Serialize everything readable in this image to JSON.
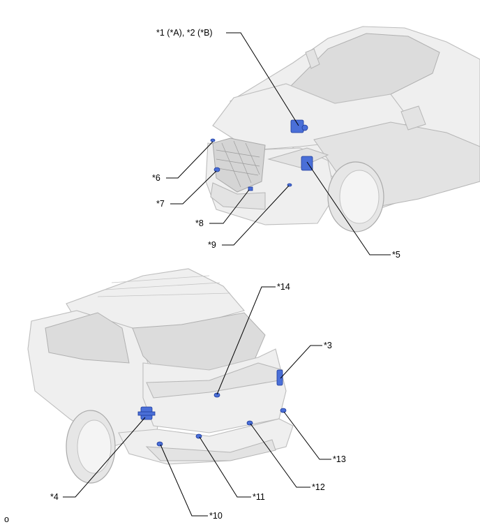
{
  "callouts": {
    "c1": "*1 (*A), *2 (*B)",
    "c3": "*3",
    "c4": "*4",
    "c5": "*5",
    "c6": "*6",
    "c7": "*7",
    "c8": "*8",
    "c9": "*9",
    "c10": "*10",
    "c11": "*11",
    "c12": "*12",
    "c13": "*13",
    "c14": "*14"
  },
  "footer_code": "o",
  "colors": {
    "part_highlight": "#4a6fd8",
    "vehicle_body": "#efefef",
    "leader_line": "#000000"
  }
}
